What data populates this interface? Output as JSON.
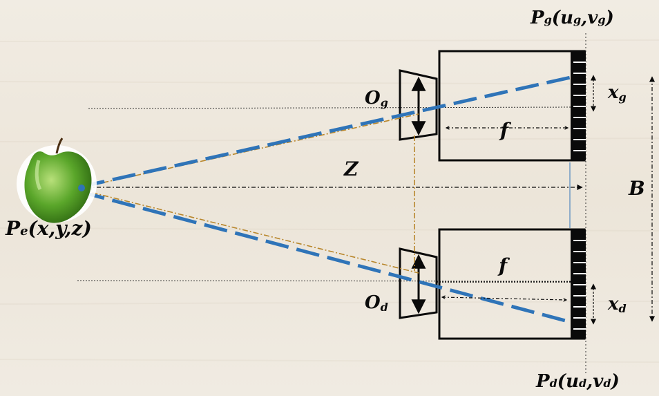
{
  "colors": {
    "background": "#efe9df",
    "ray": "#2f74b8",
    "guide": "#b8862b",
    "outline": "#0a0a0a",
    "apple": "#5aa62a"
  },
  "labels": {
    "point_left_main": "P",
    "point_left_sub": "e",
    "point_left_coords": "(x,y,z)",
    "top_point_main": "P",
    "top_point_sub": "g",
    "top_u": "u",
    "top_u_sub": "g",
    "top_v": "v",
    "top_v_sub": "g",
    "bottom_point_main": "P",
    "bottom_point_sub": "d",
    "bottom_u": "u",
    "bottom_u_sub": "d",
    "bottom_v": "v",
    "bottom_v_sub": "d",
    "optical_center_top_main": "O",
    "optical_center_top_sub": "g",
    "optical_center_bottom_main": "O",
    "optical_center_bottom_sub": "d",
    "focal_top": "f",
    "focal_bottom": "f",
    "depth": "Z",
    "baseline": "B",
    "disparity_top_main": "x",
    "disparity_top_sub": "g",
    "disparity_bottom_main": "x",
    "disparity_bottom_sub": "d"
  },
  "icons": {
    "apple": "apple-icon",
    "camera": "camera-icon"
  }
}
